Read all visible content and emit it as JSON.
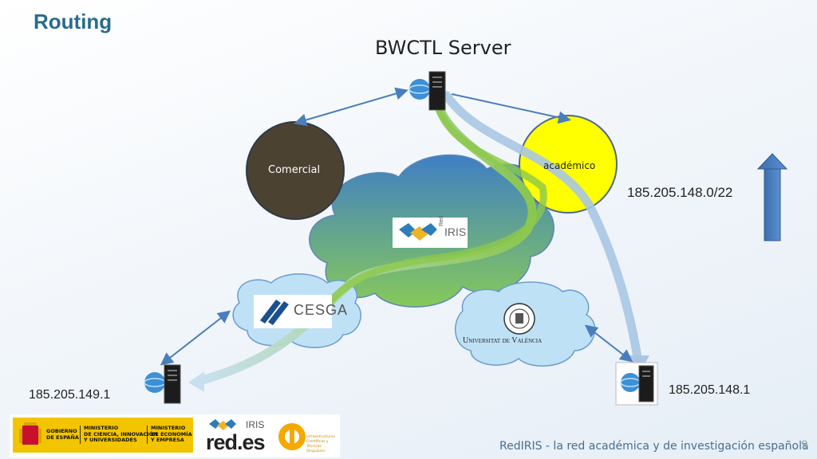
{
  "slide": {
    "title": "Routing",
    "page_number": "9"
  },
  "server": {
    "title": "BWCTL Server"
  },
  "networks": {
    "comercial": "Comercial",
    "academico": "académico",
    "rediris_logo": "IRIS",
    "rediris_red": "Red",
    "cesga": "CESGA",
    "uv": "Universitat de València"
  },
  "addresses": {
    "prefix": "185.205.148.0/22",
    "host_left": "185.205.149.1",
    "host_right": "185.205.148.1"
  },
  "footer": {
    "text": "RedIRIS - la red académica y de investigación española",
    "gov1_line1": "GOBIERNO",
    "gov1_line2": "DE ESPAÑA",
    "gov2_line1": "MINISTERIO",
    "gov2_line2": "DE CIENCIA, INNOVACIÓN",
    "gov2_line3": "Y UNIVERSIDADES",
    "gov3_line1": "MINISTERIO",
    "gov3_line2": "DE ECONOMÍA",
    "gov3_line3": "Y EMPRESA",
    "redes": "red.es",
    "icts": "Infraestructuras Científicas y Técnicas Singulares"
  },
  "colors": {
    "title": "#2a6b8a",
    "comercial": "#4b4232",
    "academico": "#ffff00",
    "arrow_blue": "#4a7ebb",
    "path_green": "#8cc84b",
    "path_lightblue": "#a9c6e3"
  }
}
